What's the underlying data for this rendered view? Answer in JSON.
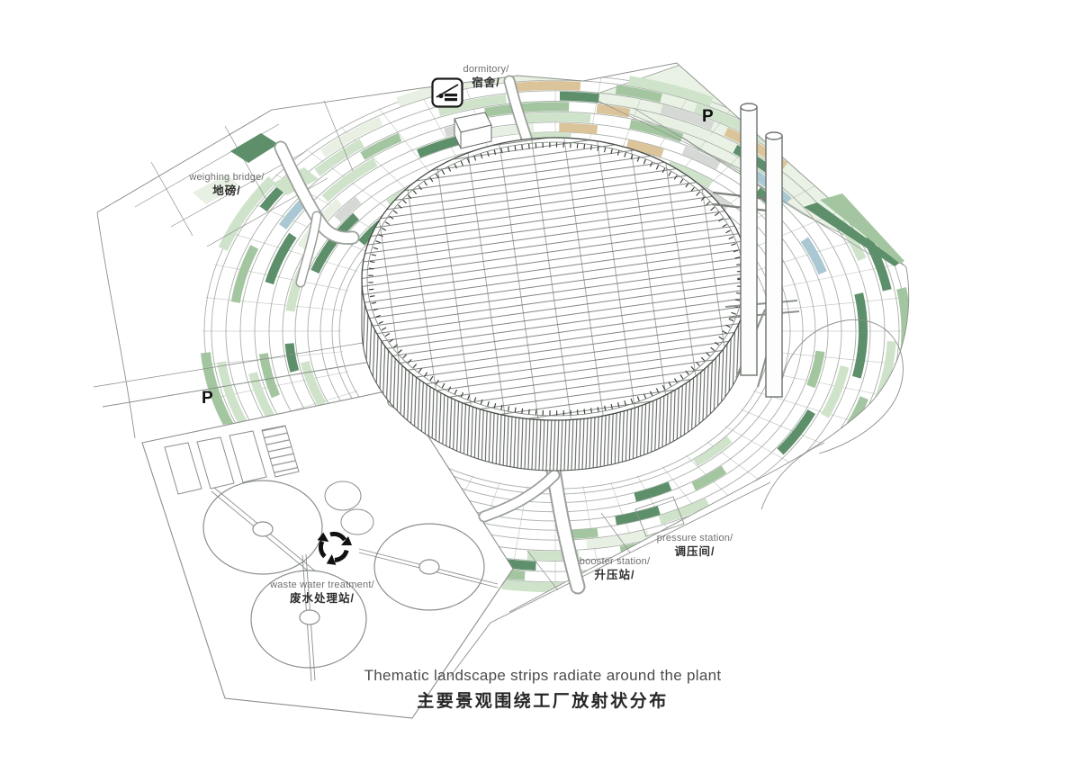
{
  "title": "Thematic landscape plant site diagram",
  "labels": {
    "dormitory": {
      "en": "dormitory/",
      "zh": "宿舍/"
    },
    "weighing_bridge": {
      "en": "weighing bridge/",
      "zh": "地磅/"
    },
    "waste_water": {
      "en": "waste water treatment/",
      "zh": "废水处理站/"
    },
    "booster": {
      "en": "booster station/",
      "zh": "升压站/"
    },
    "pressure": {
      "en": "pressure station/",
      "zh": "调压间/"
    },
    "parking_left": "P",
    "parking_right": "P"
  },
  "caption": {
    "en": "Thematic landscape strips radiate around the plant",
    "zh": "主要景观围绕工厂放射状分布"
  },
  "icons": {
    "dormitory_icon": "bed-icon",
    "recycle_icon": "recycle-arrows-icon"
  },
  "palette": {
    "pale": "#e7f0e2",
    "light": "#cfe3cb",
    "mid": "#a3c6a0",
    "dark": "#5d8f6a",
    "tan": "#dcc49a",
    "grey": "#d5d8d4",
    "blue": "#aac8d3",
    "line": "#8b918b",
    "ink": "#3f453f"
  }
}
